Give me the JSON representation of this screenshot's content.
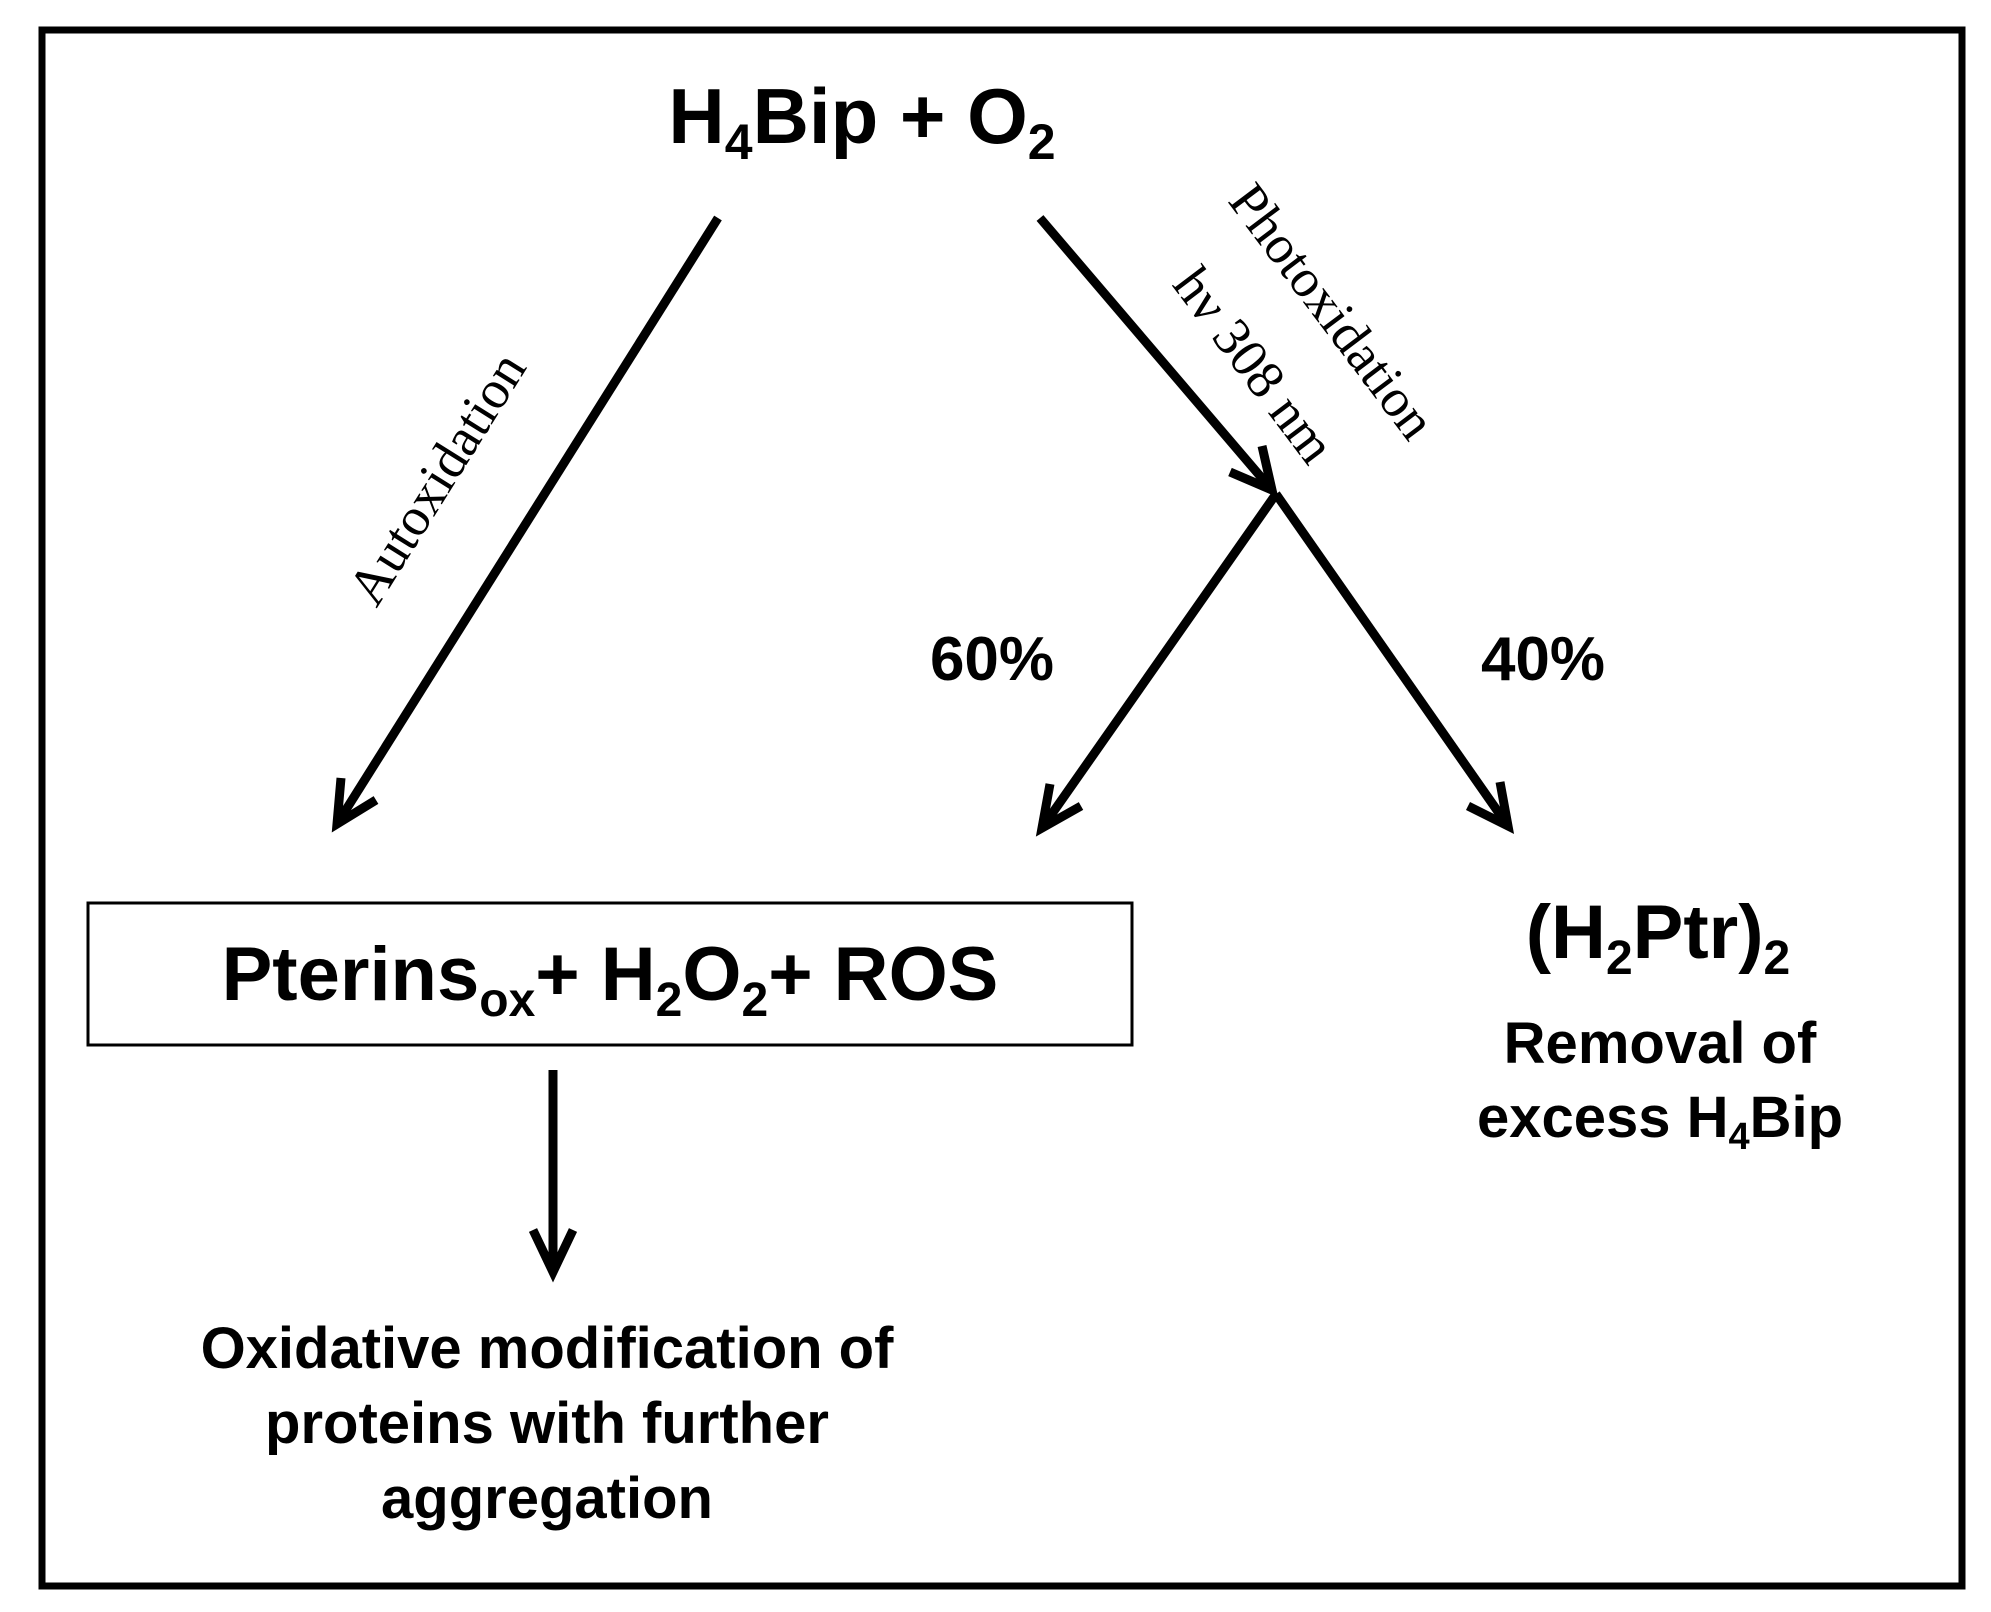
{
  "reactants": {
    "part1": "H",
    "sub1": "4",
    "part2": "Bip + O",
    "sub2": "2"
  },
  "autoxidation_label": "Autoxidation",
  "photoxidation_label": {
    "line1": "Photoxidation",
    "line2": "hν 308 nm"
  },
  "branch_left_percent": "60%",
  "branch_right_percent": "40%",
  "products_box": {
    "part1": "Pterins",
    "sub1": "ox",
    "part2": "+ H",
    "sub2": "2",
    "part3": "O",
    "sub3": "2",
    "part4": "+ ROS"
  },
  "dimer": {
    "open": "(H",
    "sub1": "2",
    "mid": "Ptr)",
    "sub2": "2"
  },
  "removal_note": {
    "line1": "Removal of",
    "line2_part1": "excess H",
    "line2_sub": "4",
    "line2_part2": "Bip"
  },
  "outcome": {
    "line1": "Oxidative modification of",
    "line2": "proteins with further",
    "line3": "aggregation"
  }
}
